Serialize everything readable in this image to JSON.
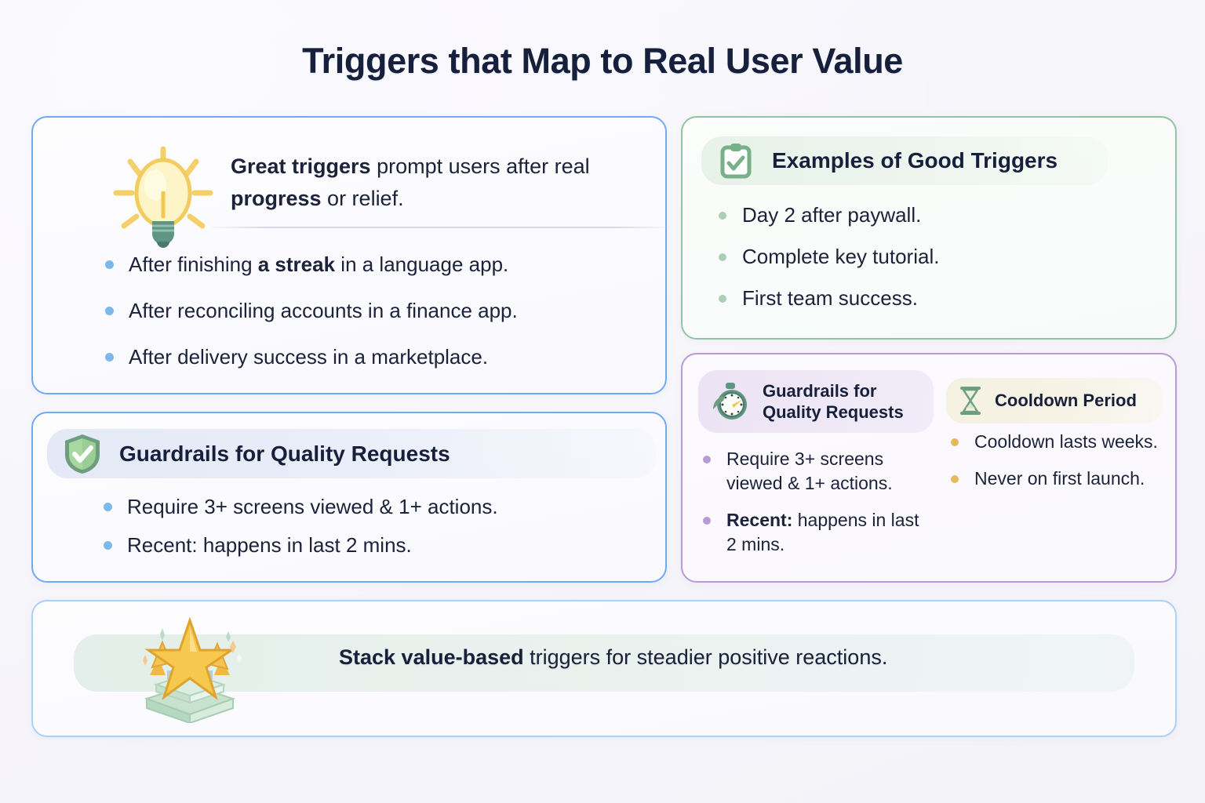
{
  "title": "Triggers that Map to Real User Value",
  "theme": {
    "background": "#f7f6fb",
    "text": "#1b2239",
    "border_blue": "#73a9f3",
    "border_green": "#8ec5a5",
    "border_purple": "#bb9ad3",
    "border_bottom": "#aed0f3",
    "bullet_blue": "#7eb8e8",
    "bullet_green": "#a9cfb4",
    "bullet_purple": "#b79bd4",
    "bullet_amber": "#e8b95c"
  },
  "cards": {
    "triggers": {
      "icon": "lightbulb-icon",
      "lead": {
        "bold_1": "Great triggers",
        "plain_1": " prompt users after real ",
        "bold_2": "progress",
        "plain_2": " or relief."
      },
      "bullets": [
        {
          "plain_1": "After finishing ",
          "bold": "a streak",
          "plain_2": " in a language app."
        },
        {
          "plain_1": "After reconciling accounts in a finance app.",
          "bold": "",
          "plain_2": ""
        },
        {
          "plain_1": "After delivery success in a marketplace.",
          "bold": "",
          "plain_2": ""
        }
      ]
    },
    "examples": {
      "icon": "clipboard-check-icon",
      "heading": "Examples of Good Triggers",
      "bullets": [
        "Day 2 after paywall.",
        "Complete key tutorial.",
        "First team success."
      ]
    },
    "guardrails": {
      "icon": "shield-check-icon",
      "heading": "Guardrails for Quality Requests",
      "bullets": [
        "Require 3+ screens viewed & 1+ actions.",
        "Recent: happens in last 2 mins."
      ]
    },
    "quality": {
      "icon": "stopwatch-icon",
      "heading_line1": "Guardrails for",
      "heading_line2": "Quality Requests",
      "bullets": [
        {
          "plain_1": "Require 3+ screens viewed & 1+ actions.",
          "bold": "",
          "plain_2": ""
        },
        {
          "plain_1": "",
          "bold": "Recent:",
          "plain_2": " happens in last 2 mins."
        }
      ]
    },
    "cooldown": {
      "icon": "hourglass-icon",
      "heading": "Cooldown Period",
      "bullets": [
        "Cooldown lasts weeks.",
        "Never on first launch."
      ]
    },
    "stack": {
      "icon": "stars-trophy-icon",
      "bold": "Stack value-based",
      "plain": " triggers for steadier positive reactions."
    }
  }
}
